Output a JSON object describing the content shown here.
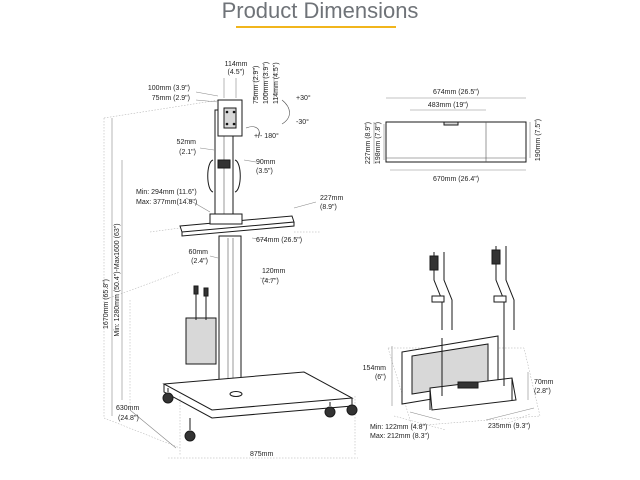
{
  "page": {
    "title": "Product Dimensions",
    "accent_color": "#f1b51c",
    "title_color": "#6f7378"
  },
  "stand_labels": {
    "top_width": [
      "114mm",
      "(4.5\")"
    ],
    "vesa_100": "100mm (3.9\")",
    "vesa_75": "75mm (2.9\")",
    "vert_75": "75mm (2.9\")",
    "vert_100": "100mm (3.9\")",
    "vert_114": "114mm (4.5\")",
    "tilt_up": "+30°",
    "tilt_down": "-30°",
    "rotate": "+/- 180°",
    "pole_width": [
      "52mm",
      "(2.1\")"
    ],
    "handle": [
      "90mm",
      "(3.5\")"
    ],
    "shelf_min": "Min: 294mm (11.6\")",
    "shelf_max": "Max: 377mm(14.8\")",
    "shelf_depth": [
      "227mm",
      "(8.9\")"
    ],
    "shelf_width": "674mm (26.5\")",
    "column_width": [
      "60mm",
      "(2.4\")"
    ],
    "column_depth": [
      "120mm",
      "(4.7\")"
    ],
    "total_height": "1670mm (65.8\")",
    "height_range": "Min: 1280mm (50.4\")-Max1600 (63\")",
    "base_depth": [
      "630mm",
      "(24.8\")"
    ],
    "base_width": "875mm"
  },
  "shelf_labels": {
    "overall_width": "674mm (26.5\")",
    "inner_width": "483mm (19\")",
    "depth_227": "227mm (8.9\")",
    "depth_198": "198mm (7.8\")",
    "depth_190": "190mm (7.5\")",
    "bottom_width": "670mm (26.4\")"
  },
  "cpu_holder_labels": {
    "height_154": [
      "154mm",
      "(6\")"
    ],
    "height_70": [
      "70mm",
      "(2.8\")"
    ],
    "depth_235": "235mm (9.3\")",
    "width_min": "Min: 122mm (4.8\")",
    "width_max": "Max: 212mm (8.3\")"
  }
}
